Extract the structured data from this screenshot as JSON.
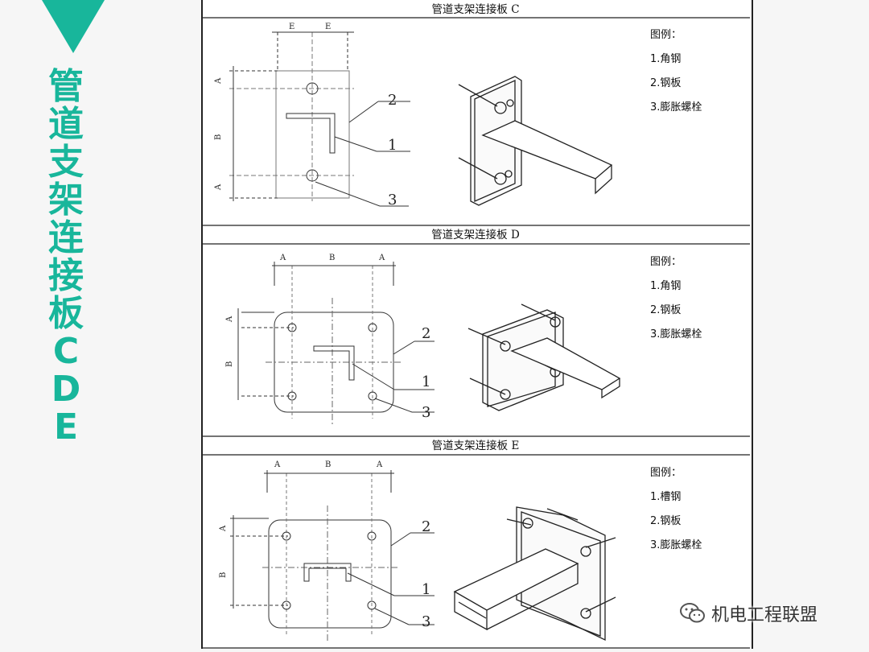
{
  "sidebar": {
    "title_chars": [
      "管",
      "道",
      "支",
      "架",
      "连",
      "接",
      "板",
      "C",
      "D",
      "E"
    ],
    "accent_color": "#18b69b"
  },
  "panels": [
    {
      "title": "管道支架连接板 C",
      "legend_title": "图例：",
      "legend": [
        "1.角钢",
        "2.钢板",
        "3.膨胀螺栓"
      ],
      "dims_top": [
        "E",
        "E"
      ],
      "dims_side": [
        "A",
        "B",
        "A"
      ],
      "callouts": [
        "2",
        "1",
        "3"
      ]
    },
    {
      "title": "管道支架连接板 D",
      "legend_title": "图例：",
      "legend": [
        "1.角钢",
        "2.钢板",
        "3.膨胀螺栓"
      ],
      "dims_top": [
        "A",
        "B",
        "A"
      ],
      "dims_side": [
        "A",
        "B"
      ],
      "callouts": [
        "2",
        "1",
        "3"
      ]
    },
    {
      "title": "管道支架连接板 E",
      "legend_title": "图例：",
      "legend": [
        "1.槽钢",
        "2.钢板",
        "3.膨胀螺栓"
      ],
      "dims_top": [
        "A",
        "B",
        "A"
      ],
      "dims_side": [
        "A",
        "B"
      ],
      "callouts": [
        "2",
        "1",
        "3"
      ]
    }
  ],
  "watermark": {
    "text": "机电工程联盟",
    "icon": "wechat-icon"
  }
}
